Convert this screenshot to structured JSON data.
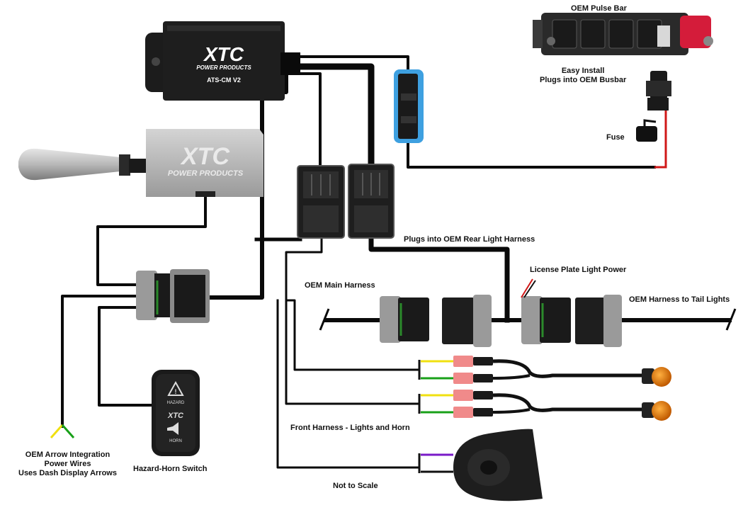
{
  "labels": {
    "oem_pulse_bar": "OEM Pulse Bar",
    "easy_install_line1": "Easy Install",
    "easy_install_line2": "Plugs into OEM Busbar",
    "fuse": "Fuse",
    "plugs_rear_light": "Plugs into OEM Rear Light Harness",
    "license_plate": "License Plate Light Power",
    "oem_main_harness": "OEM Main Harness",
    "oem_harness_tail": "OEM Harness to Tail Lights",
    "front_harness": "Front Harness - Lights and Horn",
    "not_to_scale": "Not to Scale",
    "hazard_horn_switch": "Hazard-Horn Switch",
    "oem_arrow_line1": "OEM Arrow Integration",
    "oem_arrow_line2": "Power Wires",
    "oem_arrow_line3": "Uses Dash Display Arrows"
  },
  "module": {
    "brand": "XTC",
    "sub": "POWER PRODUCTS",
    "model": "ATS-CM V2"
  },
  "lever_box": {
    "brand": "XTC",
    "sub": "POWER PRODUCTS"
  },
  "switch": {
    "hazard": "HAZARD",
    "brand": "XTC",
    "horn": "HORN"
  },
  "colors": {
    "wire": "#0a0a0a",
    "red_wire": "#d01818",
    "yellow_wire": "#f0e010",
    "green_wire": "#18a018",
    "purple_wire": "#7a1ac8",
    "pink_sleeve": "#f08a8a",
    "fuse_blue": "#3ea0e0",
    "amber": "#e07a10",
    "connector_gray": "#9a9a9a"
  }
}
